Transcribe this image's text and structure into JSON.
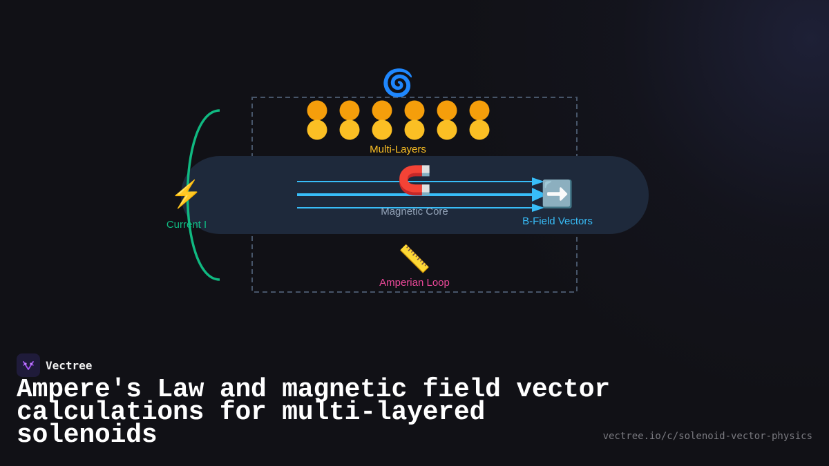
{
  "diagram": {
    "top_icon": "🌀",
    "layers_label": "Multi-Layers",
    "core_icon": "🧲",
    "core_label": "Magnetic Core",
    "current_icon": "⚡",
    "current_label": "Current I",
    "bfield_icon": "➡️",
    "bfield_label": "B-Field Vectors",
    "loop_icon": "📏",
    "loop_label": "Amperian Loop"
  },
  "brand": {
    "name": "Vectree"
  },
  "title": "Ampere's Law and magnetic field vector calculations for multi-layered solenoids",
  "url": "vectree.io/c/solenoid-vector-physics",
  "colors": {
    "background": "#111116",
    "layer_top": "#f59e0b",
    "layer_bottom": "#fbbf24",
    "core_band": "#1e293b",
    "field_lines": "#38bdf8",
    "current": "#10b981",
    "loop": "#ec4899",
    "core_label": "#94a3b8",
    "dashed_box": "#475569"
  }
}
